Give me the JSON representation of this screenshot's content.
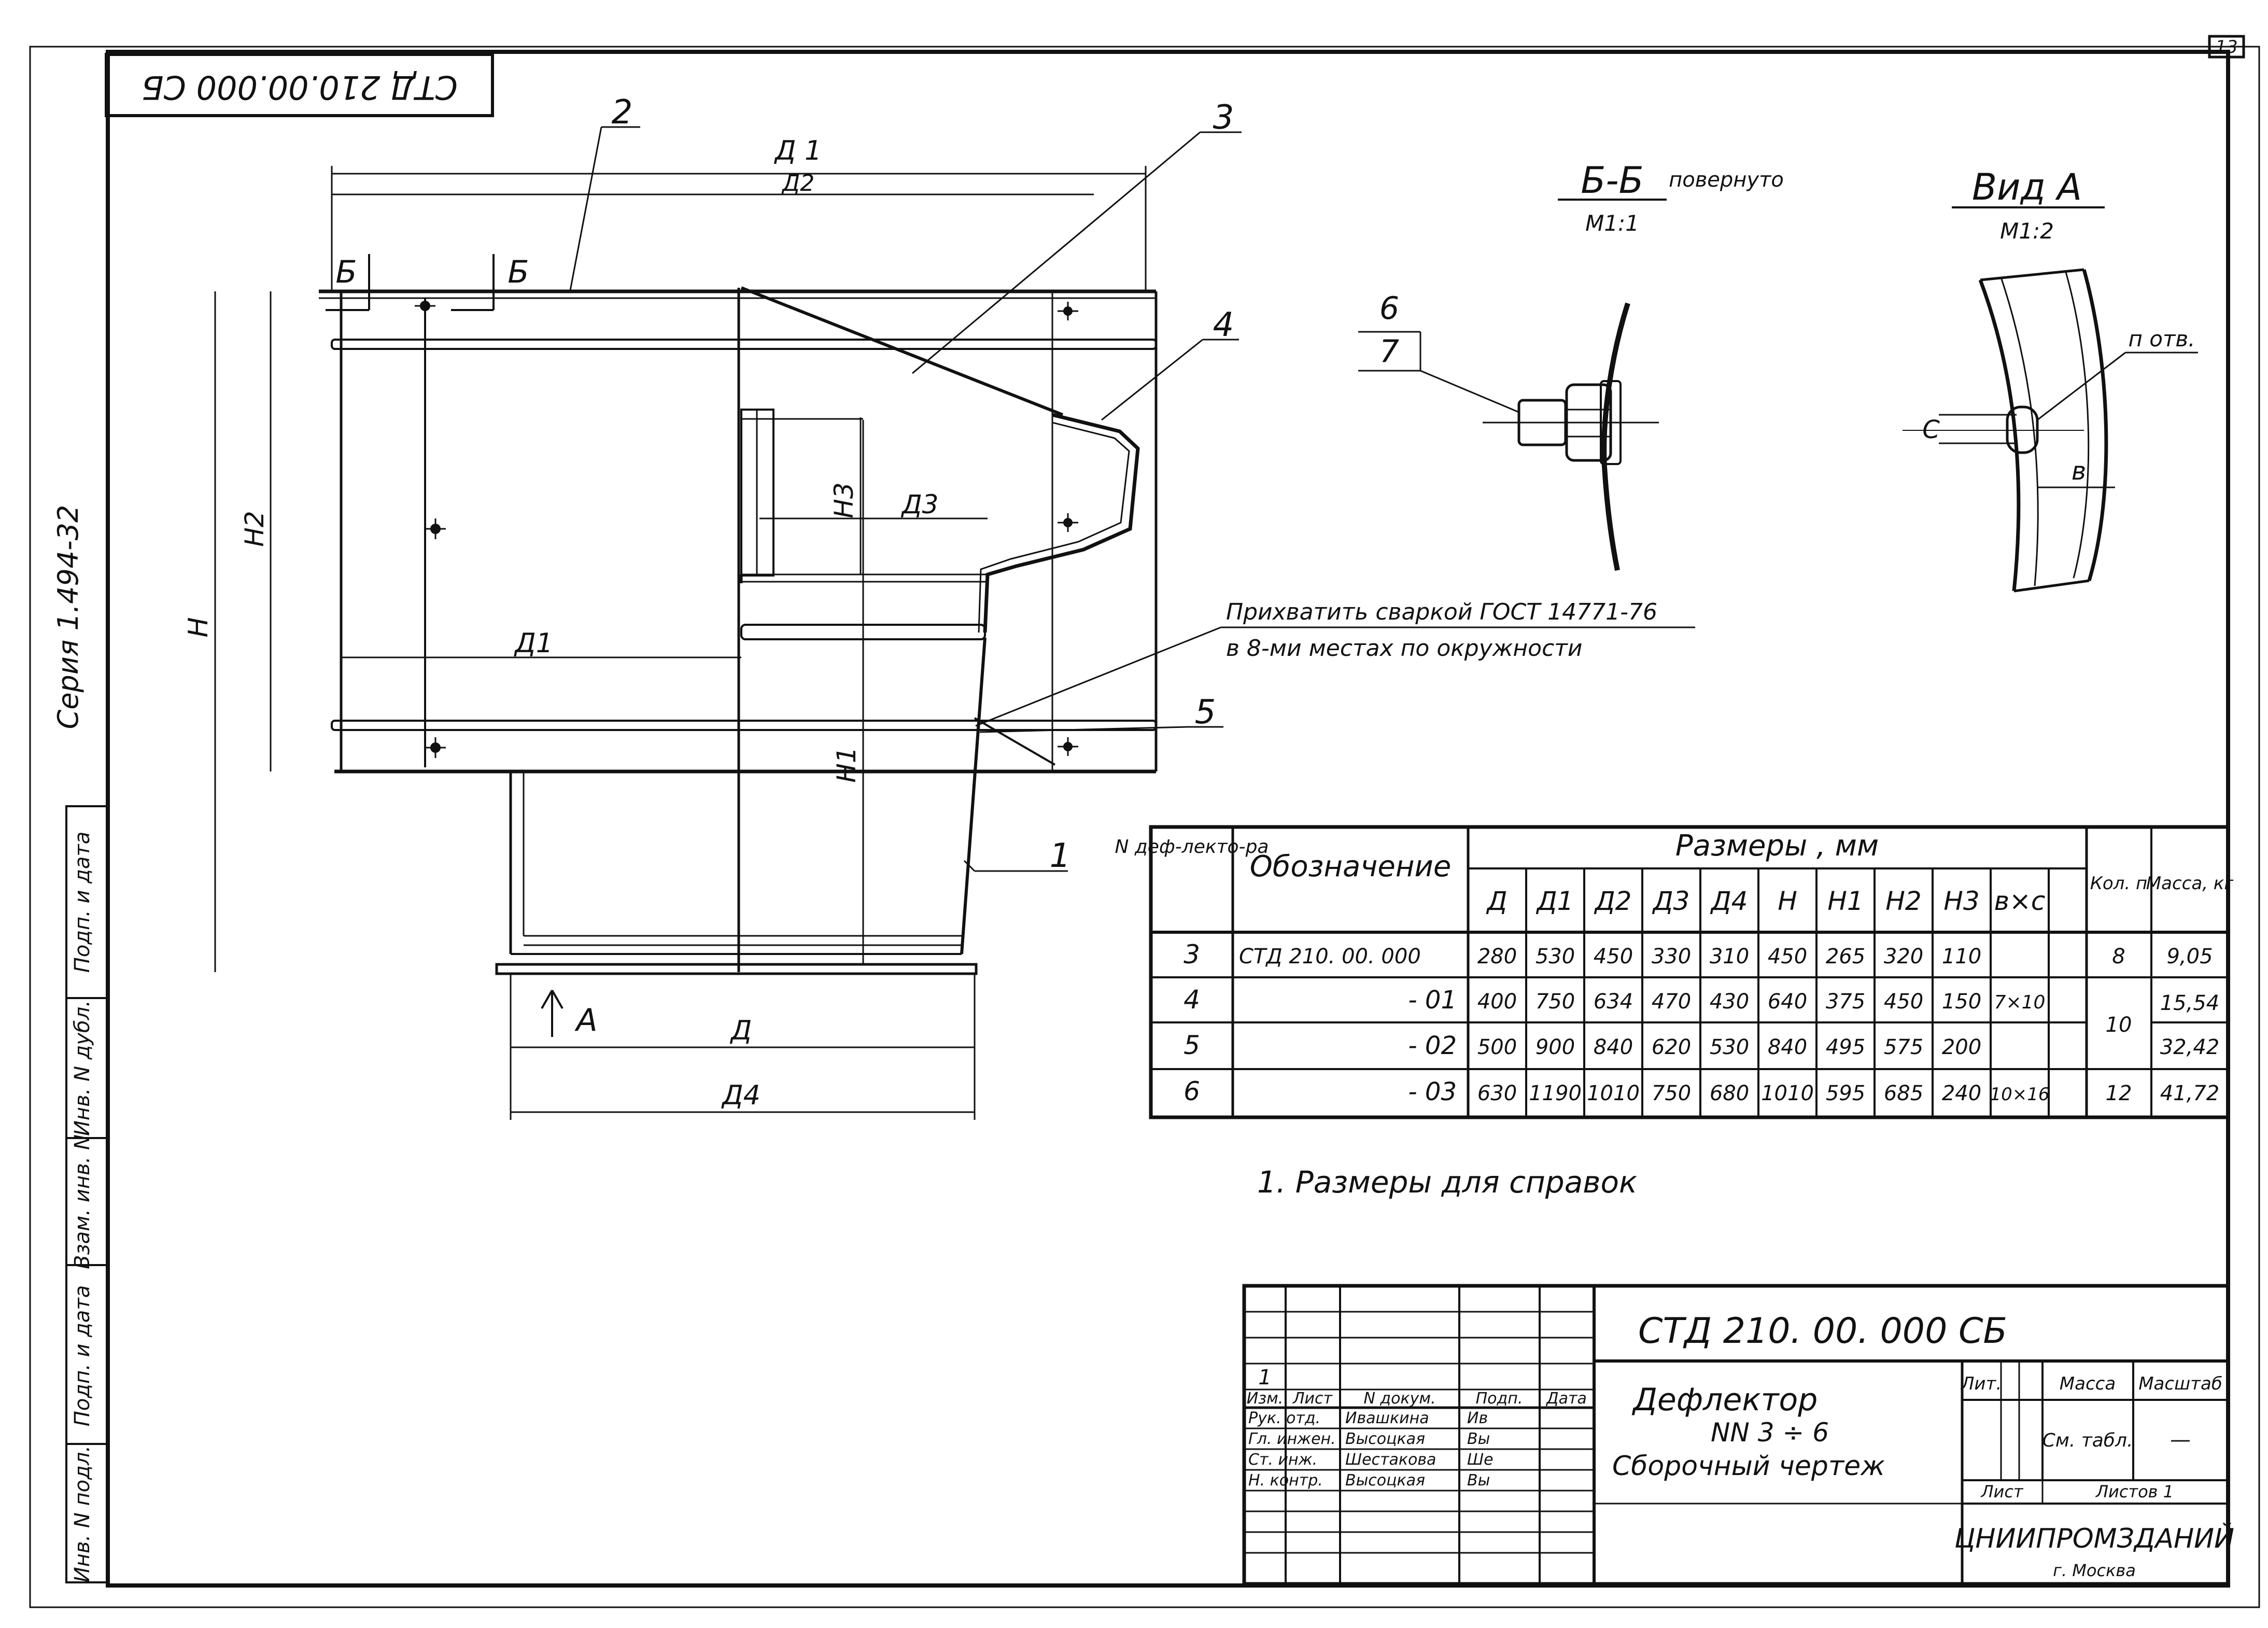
{
  "sheet": {
    "page_number": "13",
    "doc_code_rotated": "СТД 210.00.000 СБ",
    "series": "Серия 1.494-32"
  },
  "left_strip": {
    "fields": [
      "Инв. N подл.",
      "Подп. и дата",
      "Взам. инв. N",
      "Инв. N дубл.",
      "Подп. и дата"
    ]
  },
  "main_view": {
    "position_labels": [
      "1",
      "2",
      "3",
      "4",
      "5"
    ],
    "section_marks": [
      "Б",
      "Б"
    ],
    "view_mark": "А",
    "dim_labels": {
      "d1_top": "Д 1",
      "d2_top": "Д2",
      "d1_inner": "Д1",
      "d3": "Д3",
      "d": "Д",
      "d4": "Д4",
      "h": "Н",
      "h1": "Н1",
      "h2": "Н2",
      "h3": "Н3"
    },
    "weld_note_line1": "Прихватить сваркой ГОСТ 14771-76",
    "weld_note_line2": "в 8-ми местах по окружности"
  },
  "section_bb": {
    "title": "Б-Б",
    "rotated": "повернуто",
    "scale": "М1:1",
    "pos_top": "6",
    "pos_bottom": "7"
  },
  "view_a": {
    "title": "Вид А",
    "scale": "М1:2",
    "label_c": "С",
    "label_b": "в",
    "label_hole": "п отв."
  },
  "dim_table": {
    "col_n": "N деф-лекто-ра",
    "col_designation": "Обозначение",
    "group_header": "Размеры , мм",
    "sub_headers": [
      "Д",
      "Д1",
      "Д2",
      "Д3",
      "Д4",
      "Н",
      "Н1",
      "Н2",
      "Н3",
      "в×с"
    ],
    "col_count": "Кол. п",
    "col_mass": "Масса, кг",
    "rows": [
      {
        "n": "3",
        "designation": "СТД 210. 00. 000",
        "dims": [
          "280",
          "530",
          "450",
          "330",
          "310",
          "450",
          "265",
          "320",
          "110"
        ],
        "count": "8",
        "mass": "9,05"
      },
      {
        "n": "4",
        "designation": "- 01",
        "dims": [
          "400",
          "750",
          "634",
          "470",
          "430",
          "640",
          "375",
          "450",
          "150"
        ],
        "count": "",
        "mass": "15,54"
      },
      {
        "n": "5",
        "designation": "- 02",
        "dims": [
          "500",
          "900",
          "840",
          "620",
          "530",
          "840",
          "495",
          "575",
          "200"
        ],
        "count": "",
        "mass": "32,42"
      },
      {
        "n": "6",
        "designation": "- 03",
        "dims": [
          "630",
          "1190",
          "1010",
          "750",
          "680",
          "1010",
          "595",
          "685",
          "240"
        ],
        "count": "12",
        "mass": "41,72"
      }
    ],
    "merged_bxc_rows_1_3": "7×10",
    "merged_count_rows_2_3": "10",
    "bxc_row_4": "10×16"
  },
  "note": "1. Размеры для справок",
  "title_block": {
    "doc_code": "СТД 210. 00. 000 СБ",
    "name_line1": "Дефлектор",
    "name_line2": "NN 3 ÷ 6",
    "name_line3": "Сборочный чертеж",
    "rev_number": "1",
    "header_cells": [
      "Изм.",
      "Лист",
      "N докум.",
      "Подп.",
      "Дата"
    ],
    "staff": [
      {
        "role": "Рук. отд.",
        "name": "Ивашкина",
        "sign": "Ив"
      },
      {
        "role": "Гл. инжен.",
        "name": "Высоцкая",
        "sign": "Вы"
      },
      {
        "role": "Ст. инж.",
        "name": "Шестакова",
        "sign": "Ше"
      },
      {
        "role": "Н. контр.",
        "name": "Высоцкая",
        "sign": "Вы"
      }
    ],
    "lit_header": "Лит.",
    "mass_header": "Масса",
    "scale_header": "Масштаб",
    "mass_value": "См. табл.",
    "scale_value": "—",
    "sheet_label": "Лист",
    "sheets_label": "Листов 1",
    "org": "ЦНИИПРОМЗДАНИЙ",
    "city": "г. Москва"
  },
  "colors": {
    "ink": "#111111",
    "paper": "#ffffff"
  }
}
